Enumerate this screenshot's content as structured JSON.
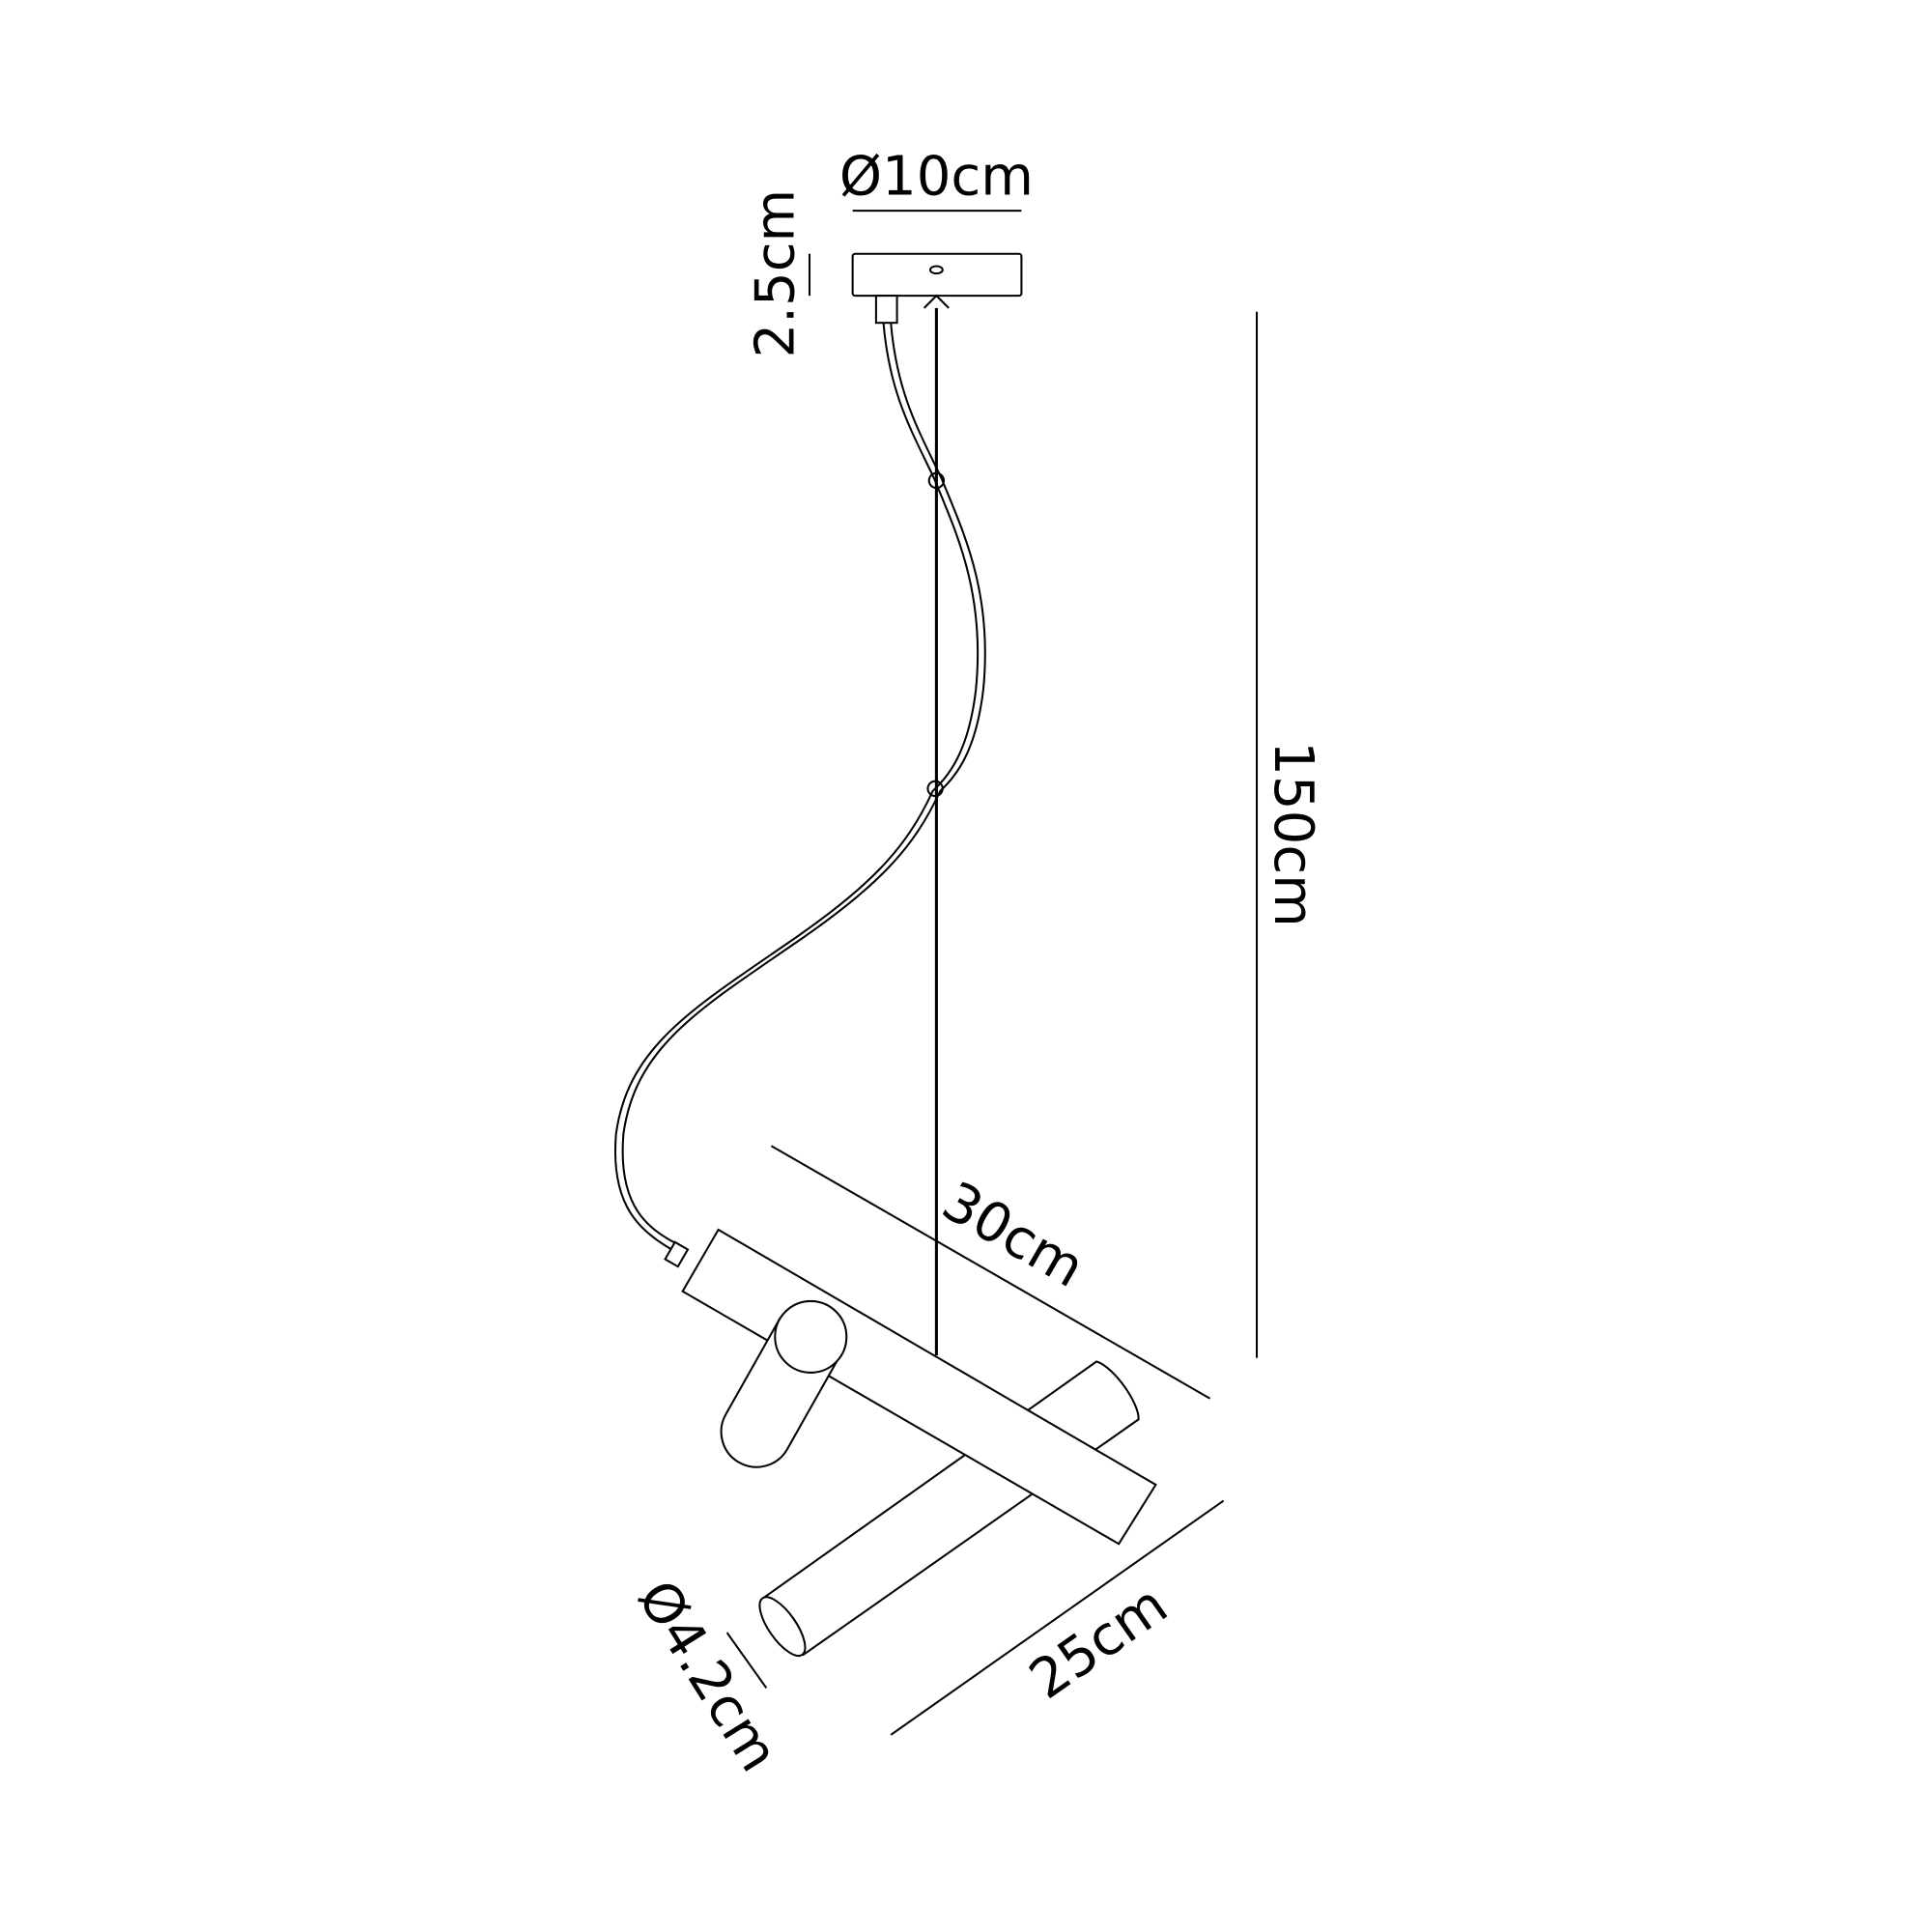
{
  "diagram": {
    "dimensions": {
      "canopy_diameter": "Ø10cm",
      "canopy_height": "2.5cm",
      "drop_height": "150cm",
      "bar_length": "30cm",
      "spot_length": "25cm",
      "spot_diameter": "Ø4.2cm"
    },
    "colors": {
      "line": "#000000",
      "background": "#ffffff"
    }
  }
}
